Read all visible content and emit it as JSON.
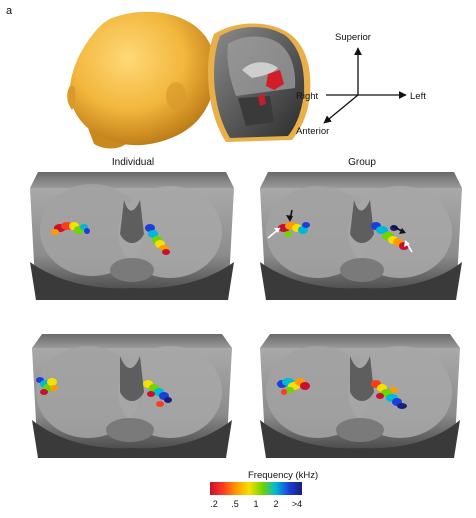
{
  "figure": {
    "panel_label": "a",
    "orientation": {
      "superior": "Superior",
      "right": "Right",
      "left": "Left",
      "anterior": "Anterior"
    },
    "column_titles": [
      "Individual",
      "Group"
    ],
    "colorbar": {
      "title": "Frequency (kHz)",
      "ticks": [
        ".2",
        ".5",
        "1",
        "2",
        ">4"
      ],
      "colors": [
        "#c8102e",
        "#ff3b1f",
        "#ff9a00",
        "#f5e000",
        "#6fd400",
        "#00b8d8",
        "#1d3fd9",
        "#1a1f7a"
      ]
    },
    "colors": {
      "head": "#f2b63c",
      "head_shade": "#c7861b",
      "mri_dark": "#2f2f2f",
      "mri_light": "#b9b9b9",
      "highlight": "#d21c2a"
    }
  }
}
